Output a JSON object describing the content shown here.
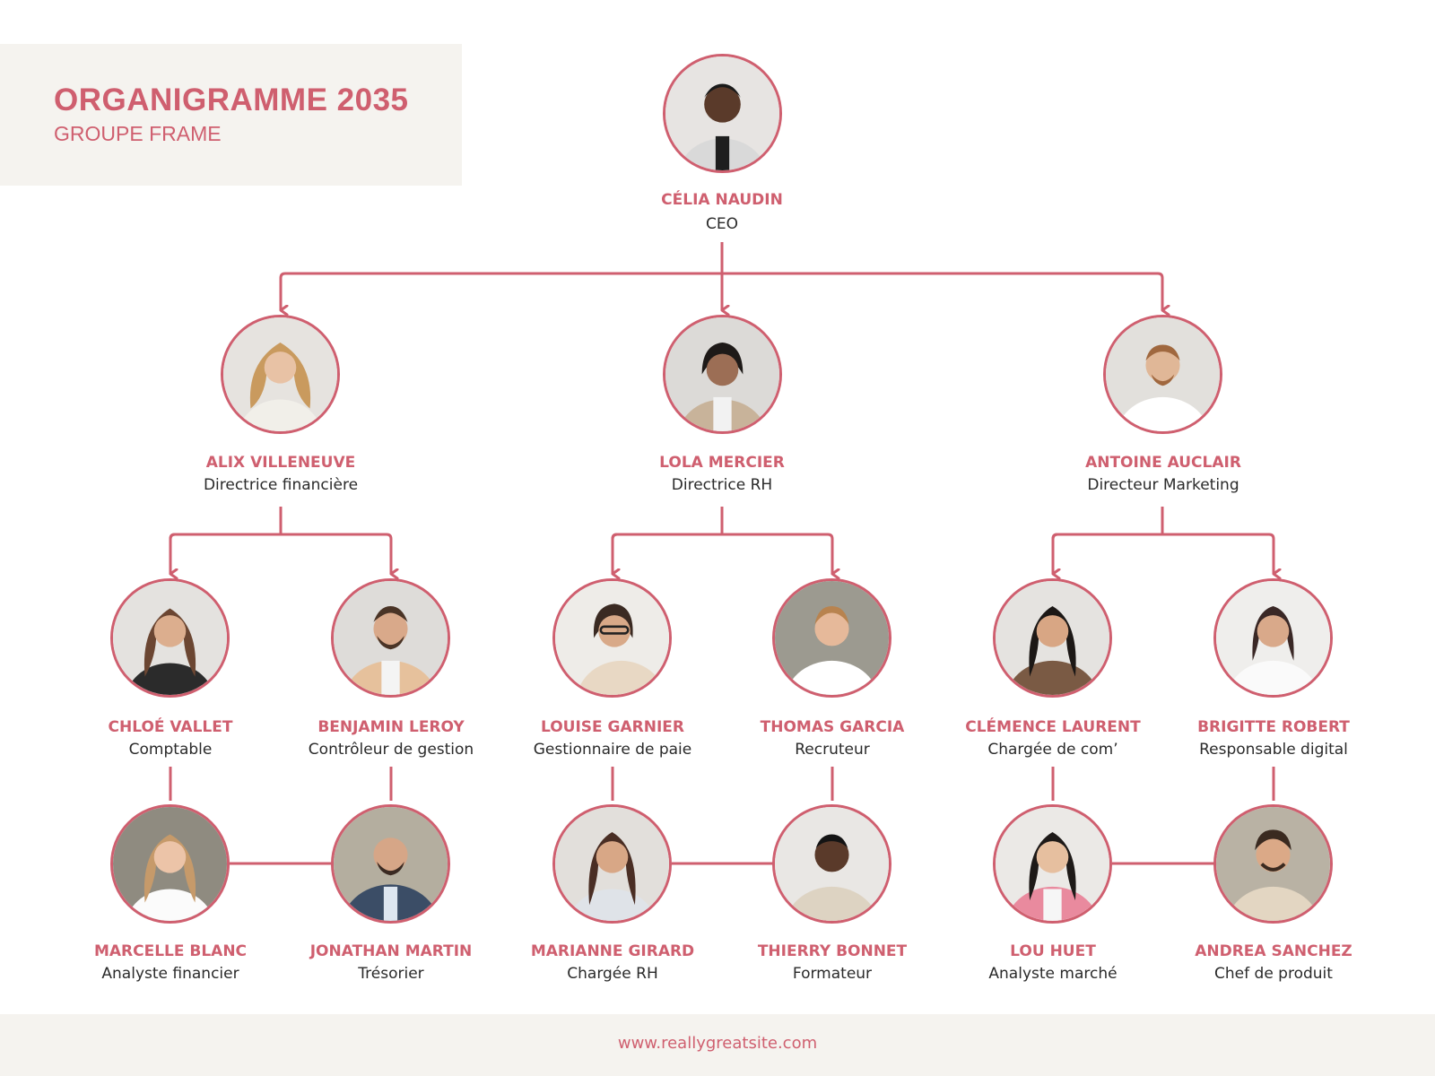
{
  "header": {
    "title": "ORGANIGRAMME 2035",
    "subtitle": "GROUPE FRAME"
  },
  "colors": {
    "accent": "#cf5f6f",
    "panel": "#f5f3ef",
    "text": "#2a2a2a"
  },
  "people": {
    "ceo": {
      "name": "CÉLIA NAUDIN",
      "role": "CEO",
      "photo": "avatar-photo"
    },
    "alix": {
      "name": "ALIX VILLENEUVE",
      "role": "Directrice financière",
      "photo": "avatar-photo"
    },
    "lola": {
      "name": "LOLA MERCIER",
      "role": "Directrice RH",
      "photo": "avatar-photo"
    },
    "antoine": {
      "name": "ANTOINE AUCLAIR",
      "role": "Directeur Marketing",
      "photo": "avatar-photo"
    },
    "chloe": {
      "name": "CHLOÉ VALLET",
      "role": "Comptable",
      "photo": "avatar-photo"
    },
    "benjamin": {
      "name": "BENJAMIN LEROY",
      "role": "Contrôleur de gestion",
      "photo": "avatar-photo"
    },
    "louise": {
      "name": "LOUISE GARNIER",
      "role": "Gestionnaire de paie",
      "photo": "avatar-photo"
    },
    "thomas": {
      "name": "THOMAS GARCIA",
      "role": "Recruteur",
      "photo": "avatar-photo"
    },
    "clemence": {
      "name": "CLÉMENCE LAURENT",
      "role": "Chargée de com’",
      "photo": "avatar-photo"
    },
    "brigitte": {
      "name": "BRIGITTE ROBERT",
      "role": "Responsable digital",
      "photo": "avatar-photo"
    },
    "marcelle": {
      "name": "MARCELLE BLANC",
      "role": "Analyste financier",
      "photo": "avatar-photo"
    },
    "jonathan": {
      "name": "JONATHAN MARTIN",
      "role": "Trésorier",
      "photo": "avatar-photo"
    },
    "marianne": {
      "name": "MARIANNE GIRARD",
      "role": "Chargée RH",
      "photo": "avatar-photo"
    },
    "thierry": {
      "name": "THIERRY BONNET",
      "role": "Formateur",
      "photo": "avatar-photo"
    },
    "lou": {
      "name": "LOU HUET",
      "role": "Analyste marché",
      "photo": "avatar-photo"
    },
    "andrea": {
      "name": "ANDREA SANCHEZ",
      "role": "Chef de produit",
      "photo": "avatar-photo"
    }
  },
  "footer": {
    "url": "www.reallygreatsite.com"
  }
}
